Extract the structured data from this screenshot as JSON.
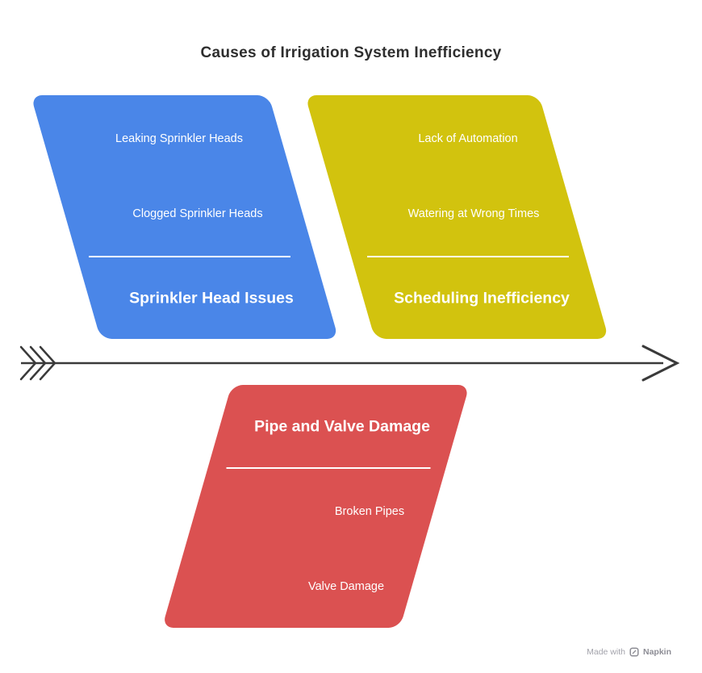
{
  "title": "Causes of Irrigation System Inefficiency",
  "diagram": {
    "type": "fishbone",
    "branches": [
      {
        "id": "sprinkler-head-issues",
        "label": "Sprinkler Head Issues",
        "color": "#4A86E8",
        "items": [
          "Leaking Sprinkler Heads",
          "Clogged Sprinkler Heads"
        ]
      },
      {
        "id": "scheduling-inefficiency",
        "label": "Scheduling Inefficiency",
        "color": "#D2C30E",
        "items": [
          "Lack of Automation",
          "Watering at Wrong Times"
        ]
      },
      {
        "id": "pipe-and-valve-damage",
        "label": "Pipe and Valve Damage",
        "color": "#DB5151",
        "items": [
          "Broken Pipes",
          "Valve Damage"
        ]
      }
    ],
    "spine_color": "#3A3A3A"
  },
  "watermark": {
    "text": "Made with",
    "brand": "Napkin"
  }
}
